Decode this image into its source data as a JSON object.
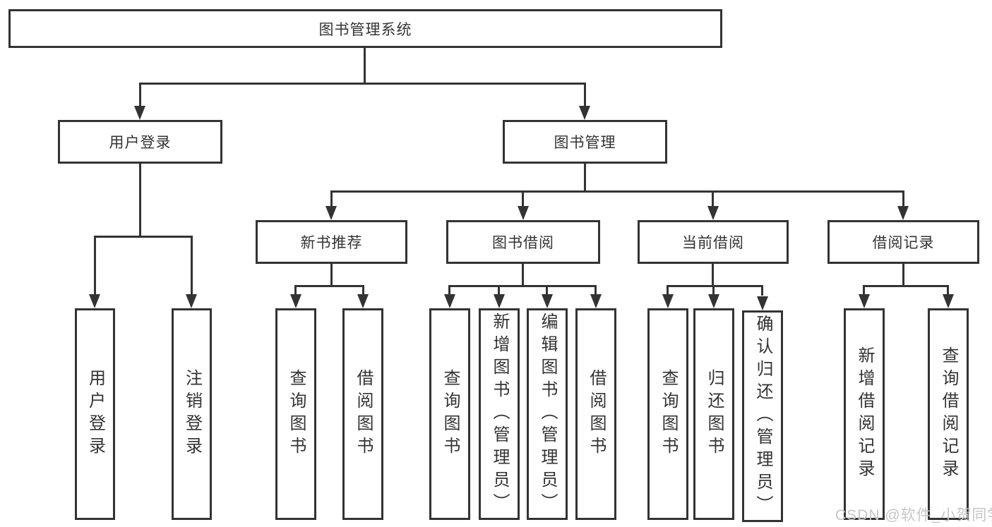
{
  "diagram": {
    "root": {
      "label": "图书管理系统"
    },
    "level2": [
      {
        "label": "用户登录"
      },
      {
        "label": "图书管理"
      }
    ],
    "level3": [
      {
        "label": "新书推荐"
      },
      {
        "label": "图书借阅"
      },
      {
        "label": "当前借阅"
      },
      {
        "label": "借阅记录"
      }
    ],
    "leaves": {
      "user_login": [
        "用户登录",
        "注销登录"
      ],
      "new_book": [
        "查询图书",
        "借阅图书"
      ],
      "book_borrow": [
        "查询图书",
        "新增图书（管理员）",
        "编辑图书（管理员）",
        "借阅图书"
      ],
      "current_borrow": [
        "查询图书",
        "归还图书",
        "确认归还（管理员）"
      ],
      "borrow_record": [
        "新增借阅记录",
        "查询借阅记录"
      ]
    }
  },
  "watermark": {
    "text": "CSDN @软件_小贺同学"
  },
  "colors": {
    "line": "#333333",
    "text": "#333333",
    "watermark": "#c6c6c6",
    "background": "#ffffff"
  }
}
